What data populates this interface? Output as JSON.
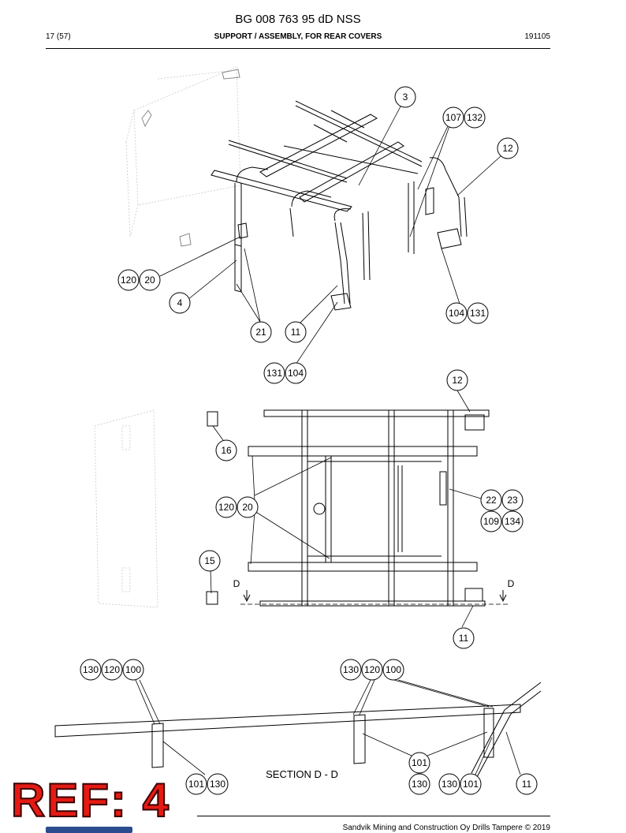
{
  "header": {
    "doc_code": "BG 008 763 95 dD NSS",
    "page_indicator": "17 (57)",
    "title": "SUPPORT / ASSEMBLY, FOR REAR COVERS",
    "date_code": "191105"
  },
  "diagram": {
    "callouts": {
      "c3": "3",
      "c107": "107",
      "c132": "132",
      "c12a": "12",
      "c120a": "120",
      "c20a": "20",
      "c4": "4",
      "c21": "21",
      "c11a": "11",
      "c104a": "104",
      "c131a": "131",
      "c131b": "131",
      "c104b": "104",
      "c12b": "12",
      "c16": "16",
      "c120b": "120",
      "c20b": "20",
      "c22": "22",
      "c23": "23",
      "c109": "109",
      "c134": "134",
      "c15": "15",
      "c11b": "11",
      "c130a": "130",
      "c120c": "120",
      "c100a": "100",
      "c130b": "130",
      "c120d": "120",
      "c100b": "100",
      "c101a": "101",
      "c130c": "130",
      "c101b": "101",
      "c130d": "130",
      "c130e": "130",
      "c101c": "101",
      "c11c": "11"
    },
    "section_marker_left": "D",
    "section_marker_right": "D",
    "section_label": "SECTION D - D"
  },
  "footer": {
    "copyright": "Sandvik Mining and Construction Oy Drills Tampere © 2019",
    "ref_stamp": "REF: 4"
  }
}
